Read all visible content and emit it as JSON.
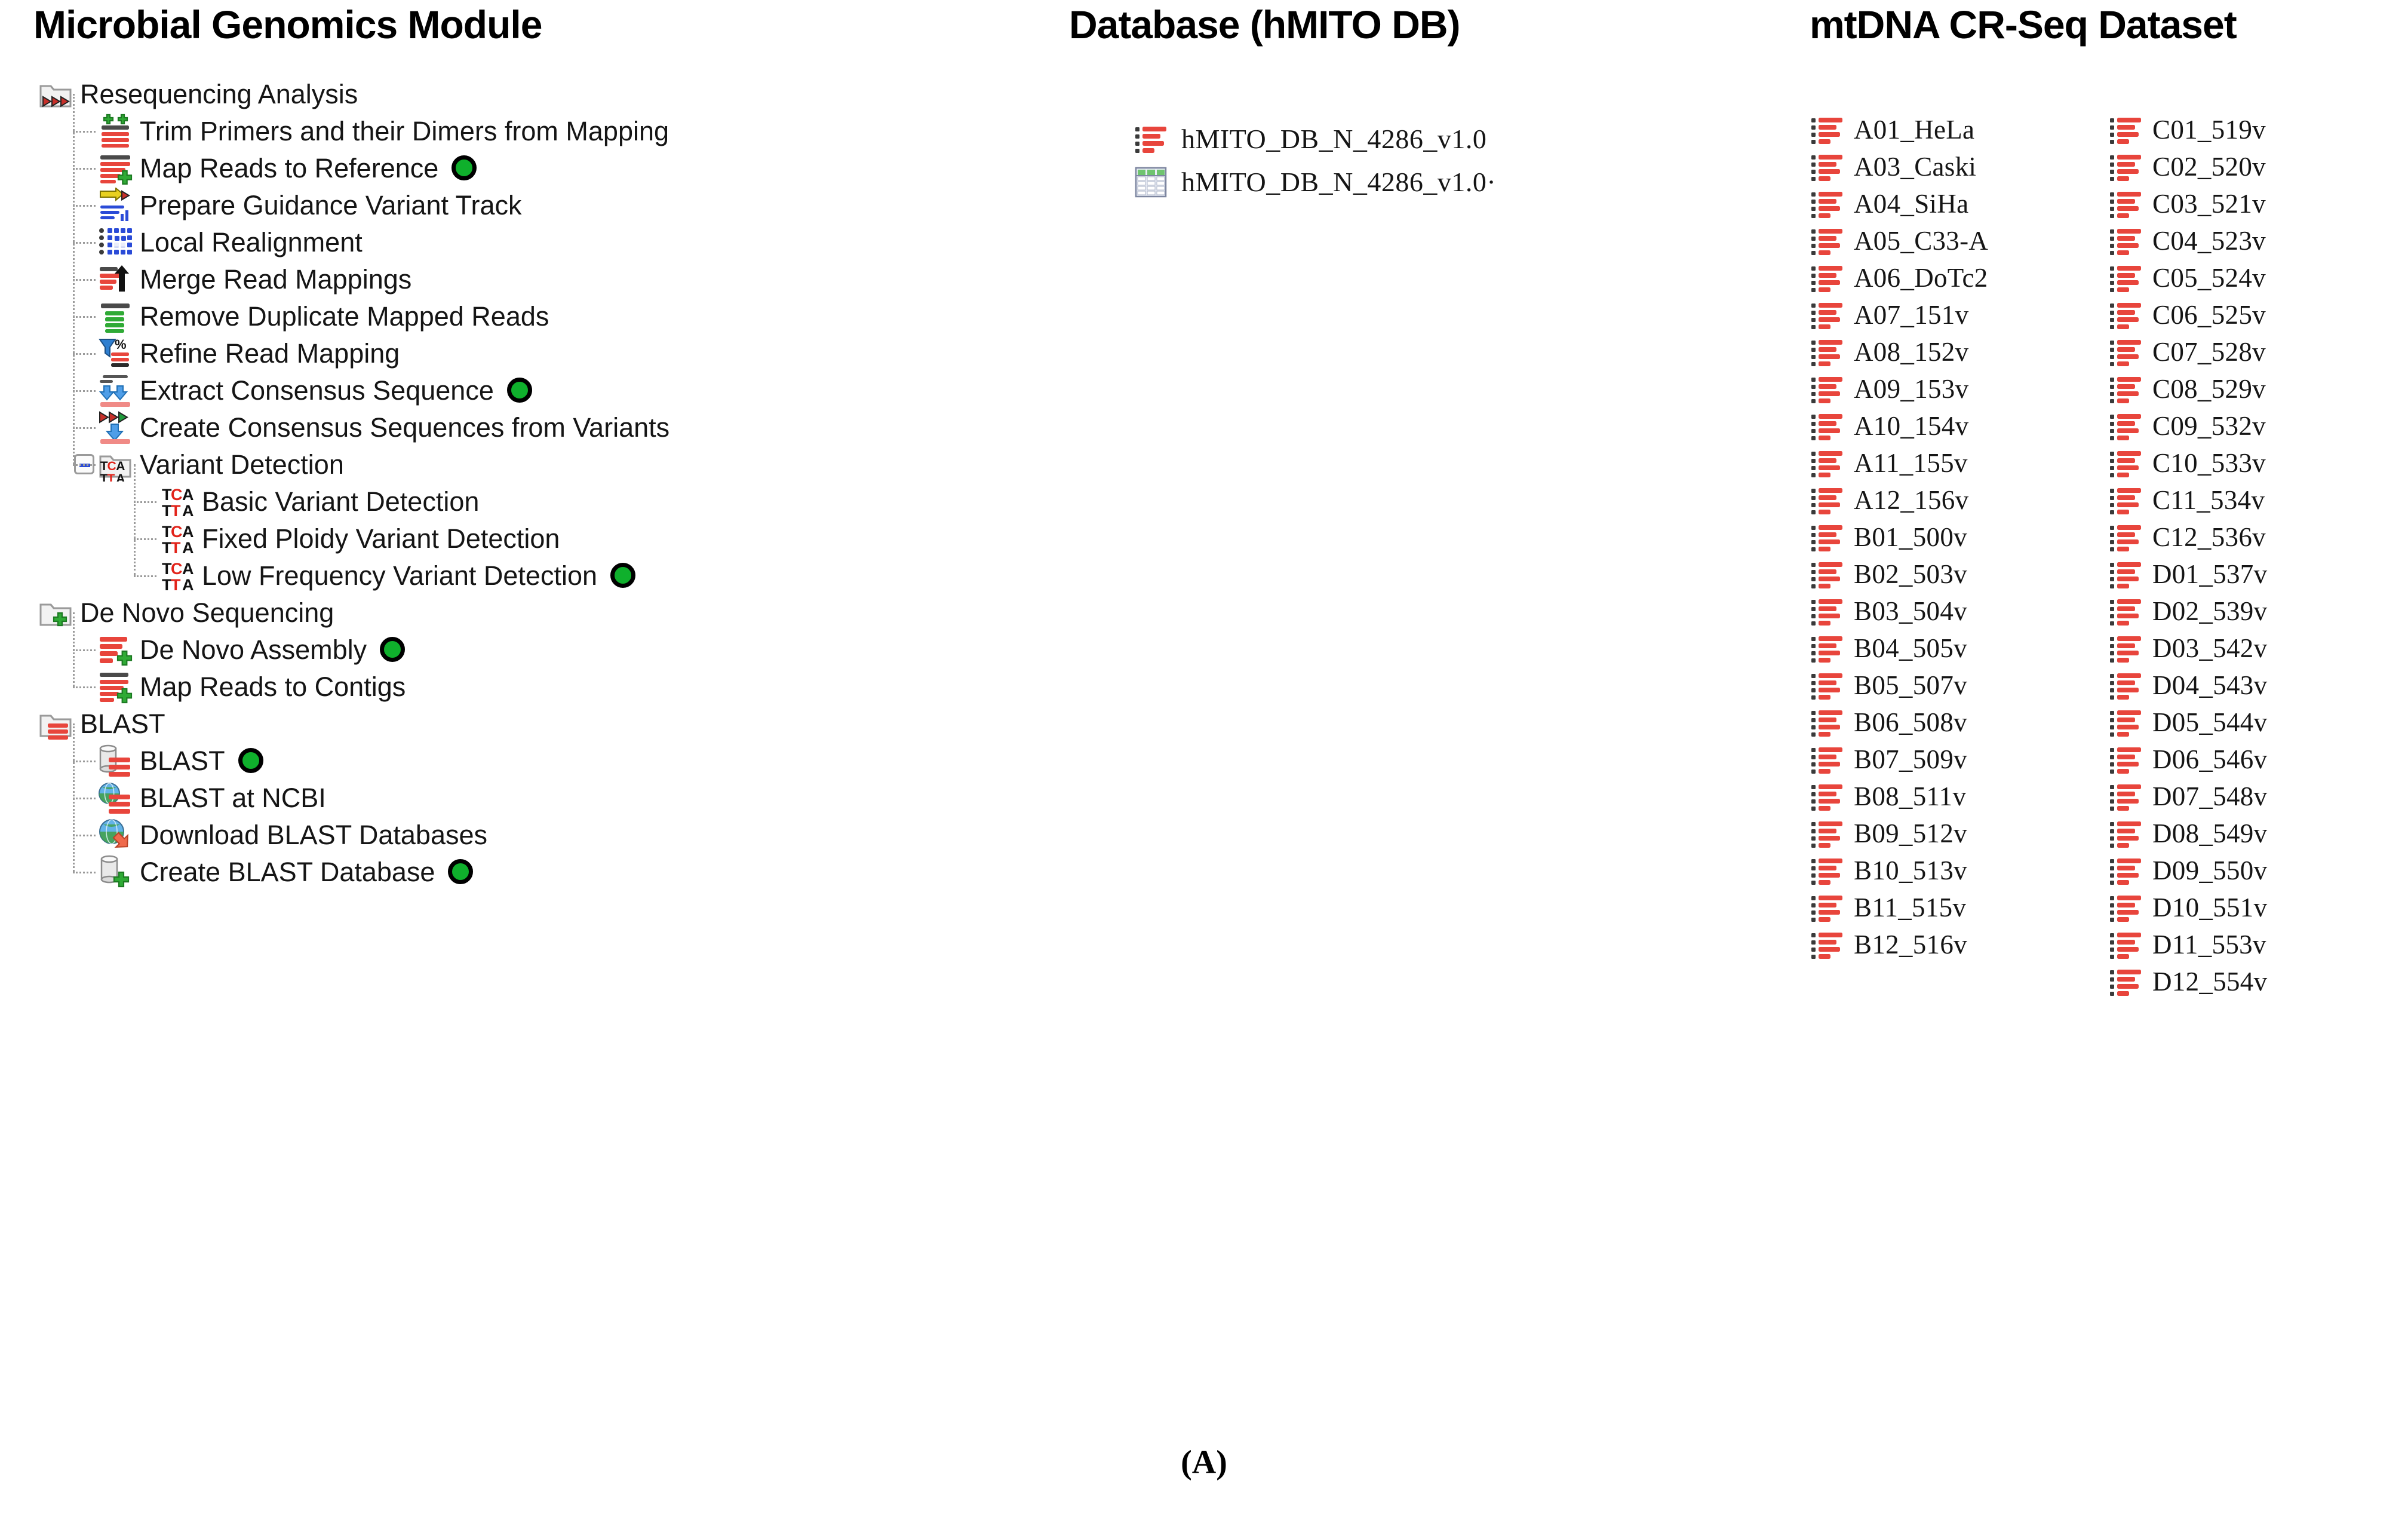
{
  "module_panel": {
    "title": "Microbial Genomics Module",
    "tree": [
      {
        "level": 0,
        "icon": "folder-resequencing-icon",
        "label": "Resequencing Analysis",
        "status": false,
        "expander": null
      },
      {
        "level": 1,
        "icon": "trim-primers-icon",
        "label": "Trim Primers and their Dimers from Mapping",
        "status": false,
        "expander": null
      },
      {
        "level": 1,
        "icon": "map-reads-to-reference-icon",
        "label": "Map Reads to Reference",
        "status": true,
        "expander": null
      },
      {
        "level": 1,
        "icon": "prepare-guidance-variant-track-icon",
        "label": "Prepare Guidance Variant Track",
        "status": false,
        "expander": null
      },
      {
        "level": 1,
        "icon": "local-realignment-icon",
        "label": "Local Realignment",
        "status": false,
        "expander": null
      },
      {
        "level": 1,
        "icon": "merge-read-mappings-icon",
        "label": "Merge Read Mappings",
        "status": false,
        "expander": null
      },
      {
        "level": 1,
        "icon": "remove-duplicate-mapped-reads-icon",
        "label": "Remove Duplicate Mapped Reads",
        "status": false,
        "expander": null
      },
      {
        "level": 1,
        "icon": "refine-read-mapping-icon",
        "label": "Refine Read Mapping",
        "status": false,
        "expander": null
      },
      {
        "level": 1,
        "icon": "extract-consensus-sequence-icon",
        "label": "Extract Consensus Sequence",
        "status": true,
        "expander": null
      },
      {
        "level": 1,
        "icon": "create-consensus-sequences-from-variants-icon",
        "label": "Create Consensus Sequences from Variants",
        "status": false,
        "expander": null
      },
      {
        "level": 1,
        "icon": "folder-variant-detection-icon",
        "label": "Variant Detection",
        "status": false,
        "expander": "collapse"
      },
      {
        "level": 2,
        "icon": "tca-tta-icon",
        "label": "Basic Variant Detection",
        "status": false,
        "expander": null
      },
      {
        "level": 2,
        "icon": "tca-tta-icon",
        "label": "Fixed Ploidy Variant Detection",
        "status": false,
        "expander": null
      },
      {
        "level": 2,
        "icon": "tca-tta-icon",
        "label": "Low Frequency Variant Detection",
        "status": true,
        "expander": null
      },
      {
        "level": 0,
        "icon": "folder-de-novo-icon",
        "label": "De Novo Sequencing",
        "status": false,
        "expander": null
      },
      {
        "level": 1,
        "icon": "de-novo-assembly-icon",
        "label": "De Novo Assembly",
        "status": true,
        "expander": null
      },
      {
        "level": 1,
        "icon": "map-reads-to-contigs-icon",
        "label": "Map Reads to Contigs",
        "status": false,
        "expander": null
      },
      {
        "level": 0,
        "icon": "folder-blast-icon",
        "label": "BLAST",
        "status": false,
        "expander": null
      },
      {
        "level": 1,
        "icon": "blast-icon",
        "label": "BLAST",
        "status": true,
        "expander": null
      },
      {
        "level": 1,
        "icon": "blast-at-ncbi-icon",
        "label": "BLAST at NCBI",
        "status": false,
        "expander": null
      },
      {
        "level": 1,
        "icon": "download-blast-databases-icon",
        "label": "Download BLAST Databases",
        "status": false,
        "expander": null
      },
      {
        "level": 1,
        "icon": "create-blast-database-icon",
        "label": "Create BLAST Database",
        "status": true,
        "expander": null
      }
    ]
  },
  "database_panel": {
    "title": "Database (hMITO DB)",
    "items": [
      {
        "icon": "sequence-list-icon",
        "label": "hMITO_DB_N_4286_v1.0"
      },
      {
        "icon": "table-grid-icon",
        "label": "hMITO_DB_N_4286_v1.0·"
      }
    ]
  },
  "mtdna_panel": {
    "title": "mtDNA CR-Seq Dataset",
    "columns": [
      {
        "items": [
          "A01_HeLa",
          "A03_Caski",
          "A04_SiHa",
          "A05_C33-A",
          "A06_DoTc2",
          "A07_151v",
          "A08_152v",
          "A09_153v",
          "A10_154v",
          "A11_155v",
          "A12_156v",
          "B01_500v",
          "B02_503v",
          "B03_504v",
          "B04_505v",
          "B05_507v",
          "B06_508v",
          "B07_509v",
          "B08_511v",
          "B09_512v",
          "B10_513v",
          "B11_515v",
          "B12_516v"
        ]
      },
      {
        "items": [
          "C01_519v",
          "C02_520v",
          "C03_521v",
          "C04_523v",
          "C05_524v",
          "C06_525v",
          "C07_528v",
          "C08_529v",
          "C09_532v",
          "C10_533v",
          "C11_534v",
          "C12_536v",
          "D01_537v",
          "D02_539v",
          "D03_542v",
          "D04_543v",
          "D05_544v",
          "D06_546v",
          "D07_548v",
          "D08_549v",
          "D09_550v",
          "D10_551v",
          "D11_553v",
          "D12_554v"
        ]
      }
    ],
    "item_icon": "sequence-list-icon"
  },
  "figure": {
    "caption": "(A)"
  },
  "colors": {
    "status_green": "#0fb02c",
    "read_red": "#e8453c",
    "accent_blue": "#2a4bd7",
    "grid_gray": "#9a9a9a",
    "text": "#151515"
  }
}
